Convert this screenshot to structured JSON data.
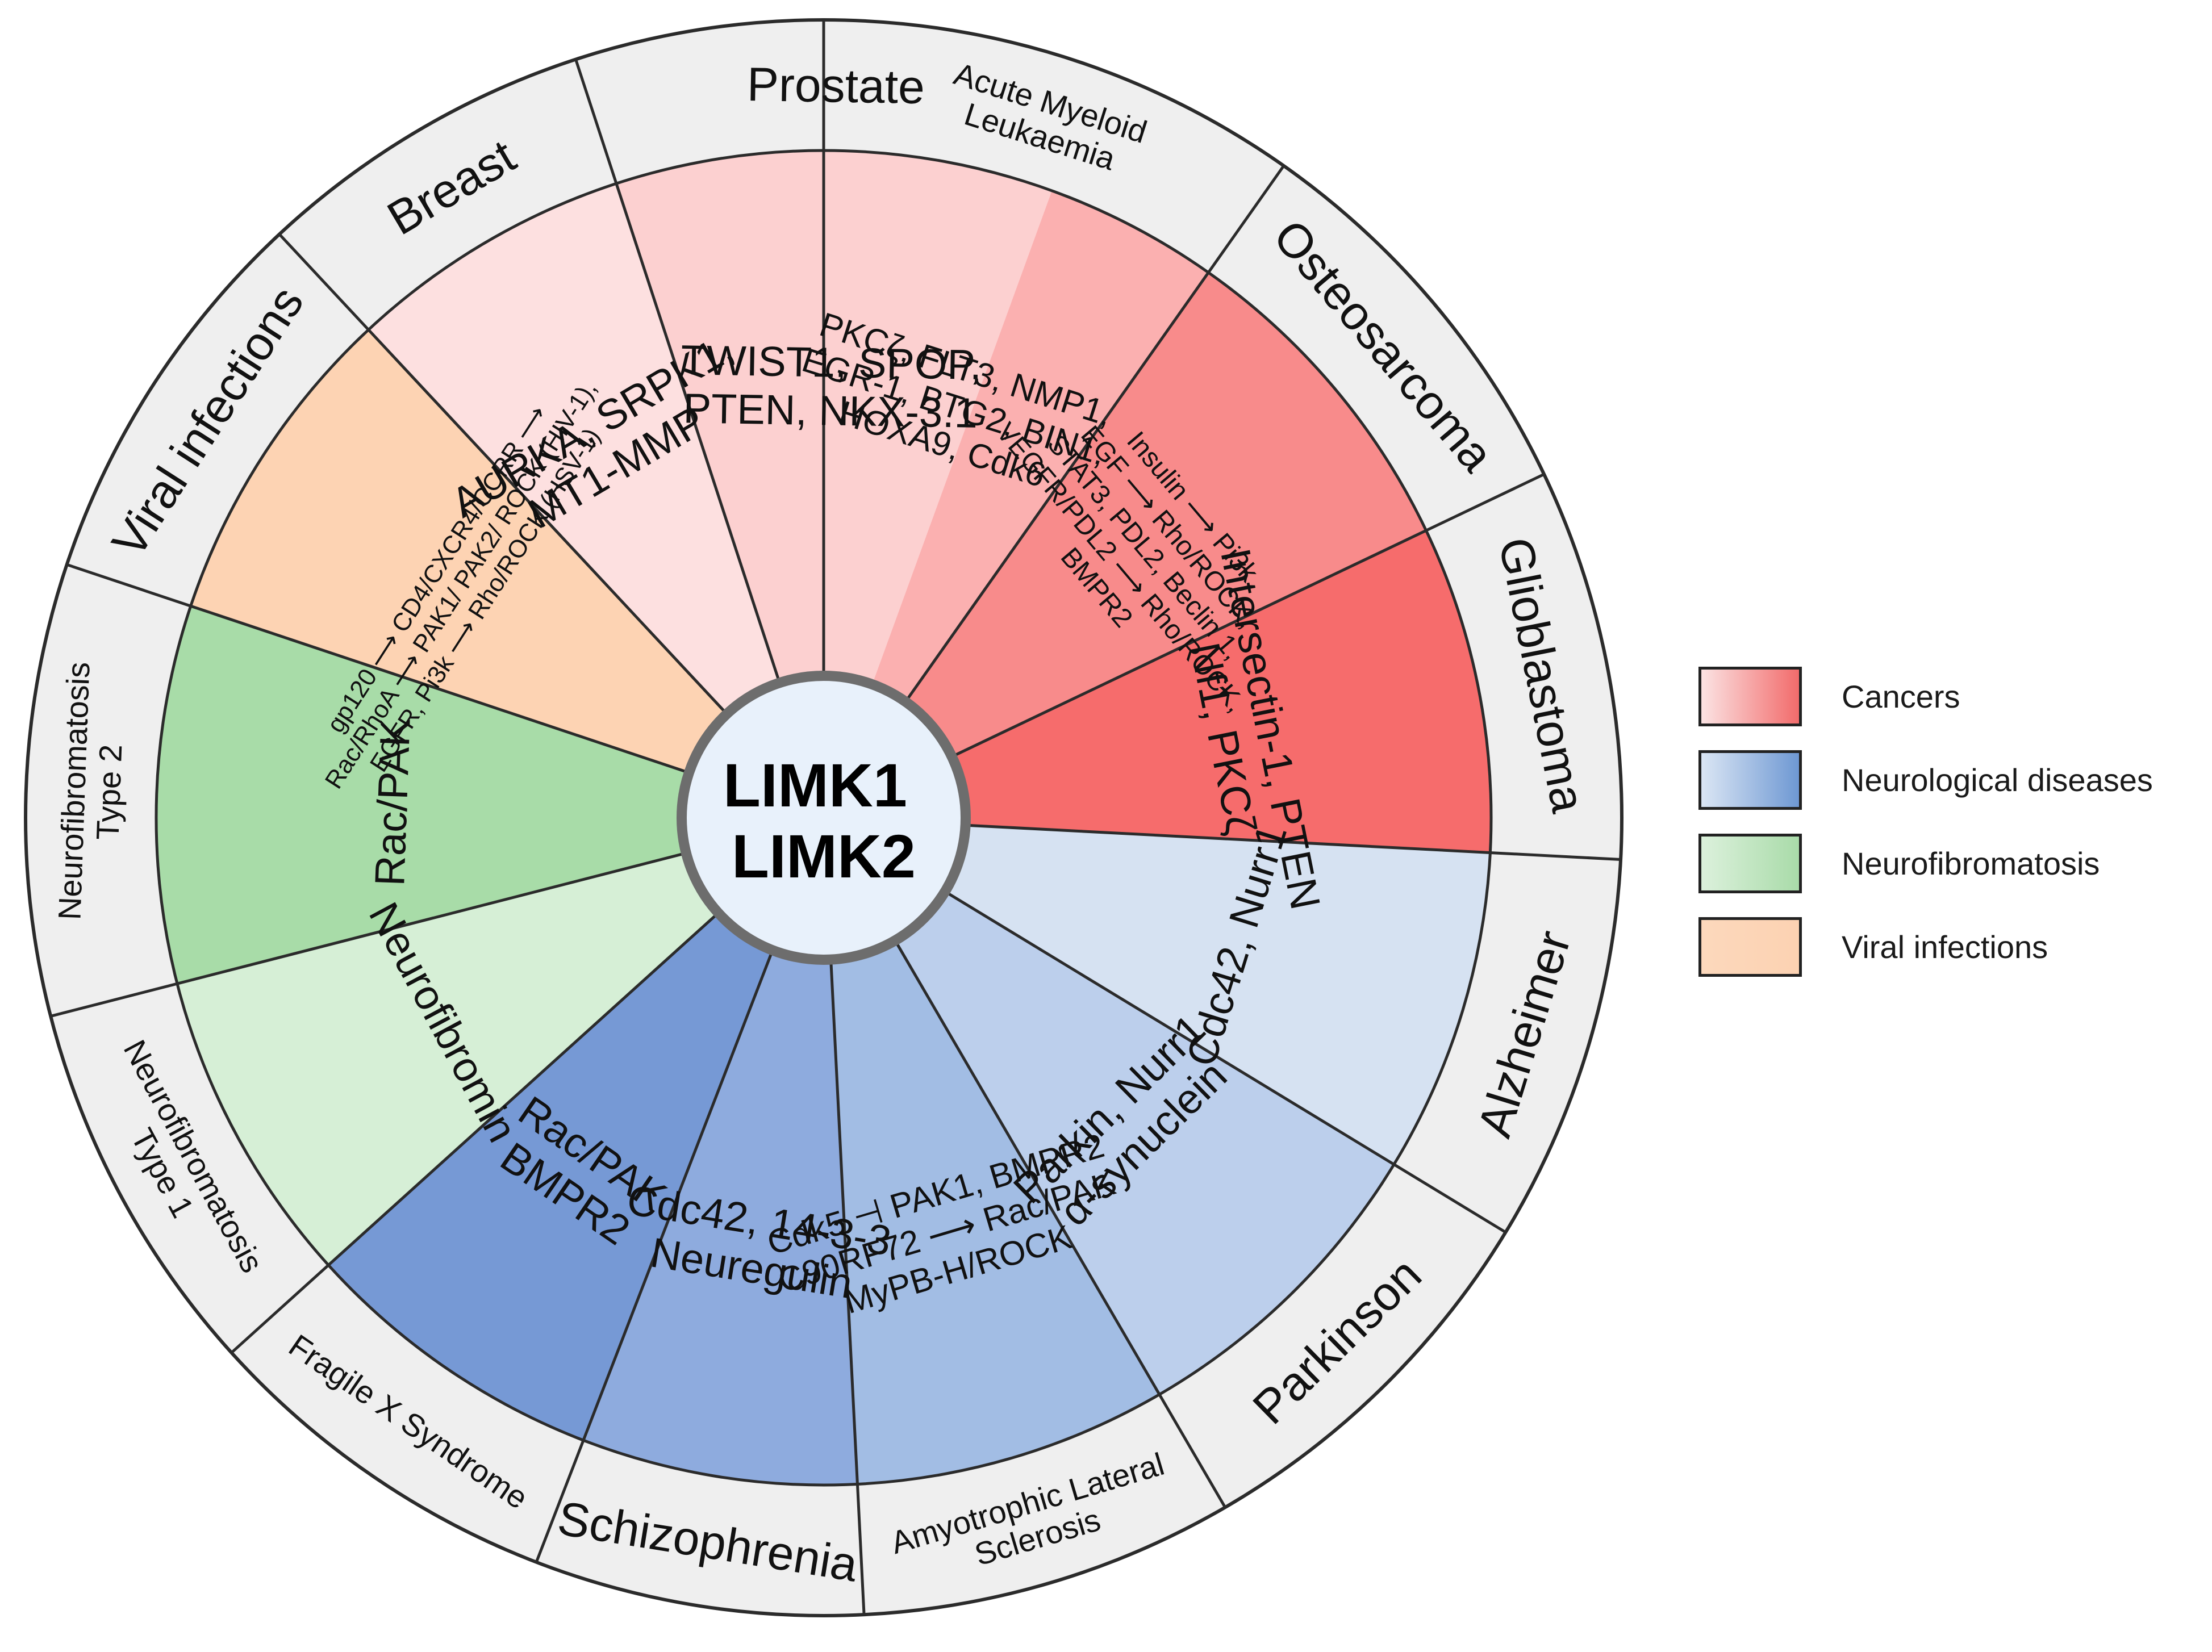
{
  "center": {
    "lines": [
      "LIMK1",
      "LIMK2"
    ]
  },
  "legend": [
    {
      "id": "cancers",
      "label": "Cancers",
      "from": "#fbe3e3",
      "to": "#f26b6b"
    },
    {
      "id": "neuro",
      "label": "Neurological diseases",
      "from": "#dbe6f4",
      "to": "#6e98d3"
    },
    {
      "id": "nf",
      "label": "Neurofibromatosis",
      "from": "#dcf1dc",
      "to": "#a9dba9"
    },
    {
      "id": "viral",
      "label": "Viral infections",
      "from": "#fcd8bc",
      "to": "#fcd2b2"
    }
  ],
  "sectors": [
    {
      "id": "acute-myeloid-leukaemia",
      "disease": [
        "Acute Myeloid",
        "Leukaemia"
      ],
      "diseaseSize": "sm",
      "fill": "#fbb0b0",
      "content": [
        "PKCζ, FLT3, NMP1,",
        "EGR-1, BTG2, BIN1,",
        "HOXA9, Cdk6"
      ]
    },
    {
      "id": "osteosarcoma",
      "disease": [
        "Osteosarcoma"
      ],
      "diseaseSize": "lg",
      "fill": "#f88b8b",
      "content": [
        "Insulin ⟶ Pi3k",
        "EGF ⟶ Rho/ROCK,",
        "STAT3, PDL2, Beclin 1,",
        "VEGFR/PDL2 ⟶ Rho/ROCK,",
        "BMPR2"
      ]
    },
    {
      "id": "glioblastoma",
      "disease": [
        "Glioblastoma"
      ],
      "diseaseSize": "lg",
      "fill": "#f66c6c",
      "content": [
        "Intersectin-1, PTEN",
        "Nf1, PKCζ"
      ]
    },
    {
      "id": "alzheimer",
      "disease": [
        "Alzheimer"
      ],
      "diseaseSize": "lg",
      "fill": "#d6e2f2",
      "content": [
        "Cdc42, Nurr1"
      ]
    },
    {
      "id": "parkinson",
      "disease": [
        "Parkinson"
      ],
      "diseaseSize": "lg",
      "fill": "#bccfec",
      "content": [
        "Parkin, Nurr1",
        "α-synuclein"
      ]
    },
    {
      "id": "als",
      "disease": [
        "Amyotrophic Lateral",
        "Sclerosis"
      ],
      "diseaseSize": "sm",
      "fill": "#a2bde4",
      "content": [
        "Cdk5 ⊣ PAK1, BMPR2",
        "C90RF72 ⟶ Rac/PAK",
        "MyPB-H/ROCK"
      ]
    },
    {
      "id": "schizophrenia",
      "disease": [
        "Schizophrenia"
      ],
      "diseaseSize": "lg",
      "fill": "#8eabde",
      "content": [
        "Cdc42, 14-3-3",
        "Neuregulin"
      ]
    },
    {
      "id": "fragile-x",
      "disease": [
        "Fragile X Syndrome"
      ],
      "diseaseSize": "sm",
      "fill": "#7699d5",
      "content": [
        "Rac/PAK",
        "BMPR2"
      ]
    },
    {
      "id": "nf1",
      "disease": [
        "Neurofibromatosis",
        "Type 1"
      ],
      "diseaseSize": "sm",
      "fill": "#d6efd6",
      "content": [
        "Neurofibromin"
      ]
    },
    {
      "id": "nf2",
      "disease": [
        "Neurofibromatosis",
        "Type 2"
      ],
      "diseaseSize": "sm",
      "fill": "#a8dca8",
      "content": [
        "Rac/PAK"
      ]
    },
    {
      "id": "viral",
      "disease": [
        "Viral infections"
      ],
      "diseaseSize": "lg",
      "fill": "#fdd3b3",
      "content": [
        "gp120 ⟶ CD4/CXCR4/CCRR ⟶",
        "Rac/RhoA ⟶ PAK1/ PAK2/ ROCK (HIV-1),",
        "EGFR, Pi3k ⟶ Rho/ROCK (HSV-1)"
      ]
    },
    {
      "id": "breast",
      "disease": [
        "Breast"
      ],
      "diseaseSize": "lg",
      "fill": "#fde0e0",
      "content": [
        "AURKA, SRPK1,",
        "MT1-MMP"
      ]
    },
    {
      "id": "prostate",
      "disease": [
        "Prostate"
      ],
      "diseaseSize": "lg",
      "fill": "#fcd0d0",
      "content": [
        "TWIST1, SPOP,",
        "PTEN, NKX-3.1"
      ]
    }
  ]
}
